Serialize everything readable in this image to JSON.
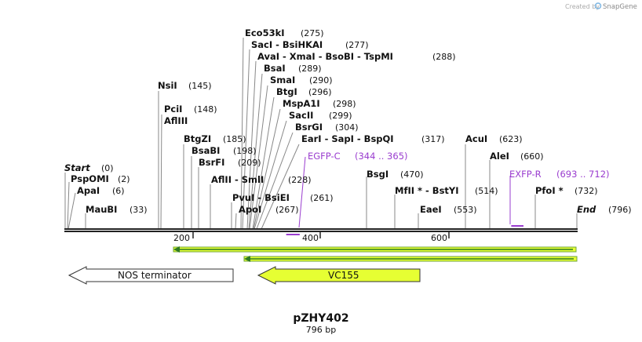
{
  "watermark": {
    "created_by": "Created by",
    "logo_text": "SnapGene"
  },
  "map": {
    "title": "pZHY402",
    "size_label": "796 bp",
    "length": 796
  },
  "colors": {
    "primer": "#9a3dcf",
    "feature_fill": "#e6ff33",
    "feature_stroke": "#6fa63a",
    "line": "#222222",
    "leader": "#888888"
  },
  "ends": [
    {
      "label": "Start",
      "position": "(0)"
    },
    {
      "label": "End",
      "position": "(796)"
    }
  ],
  "sites": [
    {
      "name": "PspOMI",
      "position": "(2)"
    },
    {
      "name": "ApaI",
      "position": "(6)"
    },
    {
      "name": "MauBI",
      "position": "(33)"
    },
    {
      "name": "NsiI",
      "position": "(145)"
    },
    {
      "name": "PciI",
      "position": "(148)"
    },
    {
      "name": "AflIII",
      "position": ""
    },
    {
      "name": "BtgZI",
      "position": "(185)"
    },
    {
      "name": "BsaBI",
      "position": "(198)"
    },
    {
      "name": "BsrFI",
      "position": "(209)"
    },
    {
      "name": "AflII - SmlI",
      "position": "(228)"
    },
    {
      "name": "PvuI - BsiEI",
      "position": "(261)"
    },
    {
      "name": "ApoI",
      "position": "(267)"
    },
    {
      "name": "Eco53kI",
      "position": "(275)"
    },
    {
      "name": "SacI - BsiHKAI",
      "position": "(277)"
    },
    {
      "name": "AvaI - XmaI - BsoBI - TspMI",
      "position": "(288)"
    },
    {
      "name": "BsaI",
      "position": "(289)"
    },
    {
      "name": "SmaI",
      "position": "(290)"
    },
    {
      "name": "BtgI",
      "position": "(296)"
    },
    {
      "name": "MspA1I",
      "position": "(298)"
    },
    {
      "name": "SacII",
      "position": "(299)"
    },
    {
      "name": "BsrGI",
      "position": "(304)"
    },
    {
      "name": "EarI - SapI - BspQI",
      "position": "(317)"
    },
    {
      "name": "BsgI",
      "position": "(470)"
    },
    {
      "name": "MfII * - BstYI",
      "position": "(514)"
    },
    {
      "name": "EaeI",
      "position": "(553)"
    },
    {
      "name": "AcuI",
      "position": "(623)"
    },
    {
      "name": "AleI",
      "position": "(660)"
    },
    {
      "name": "PfoI *",
      "position": "(732)"
    }
  ],
  "primers": [
    {
      "name": "EGFP-C",
      "range": "(344 .. 365)",
      "start": 344,
      "end": 365
    },
    {
      "name": "EXFP-R",
      "range": "(693 .. 712)",
      "start": 693,
      "end": 712
    }
  ],
  "ruler": {
    "ticks": [
      "200",
      "400",
      "600"
    ]
  },
  "features": [
    {
      "name": "NOS terminator",
      "direction": "left"
    },
    {
      "name": "VC155",
      "direction": "left"
    }
  ]
}
